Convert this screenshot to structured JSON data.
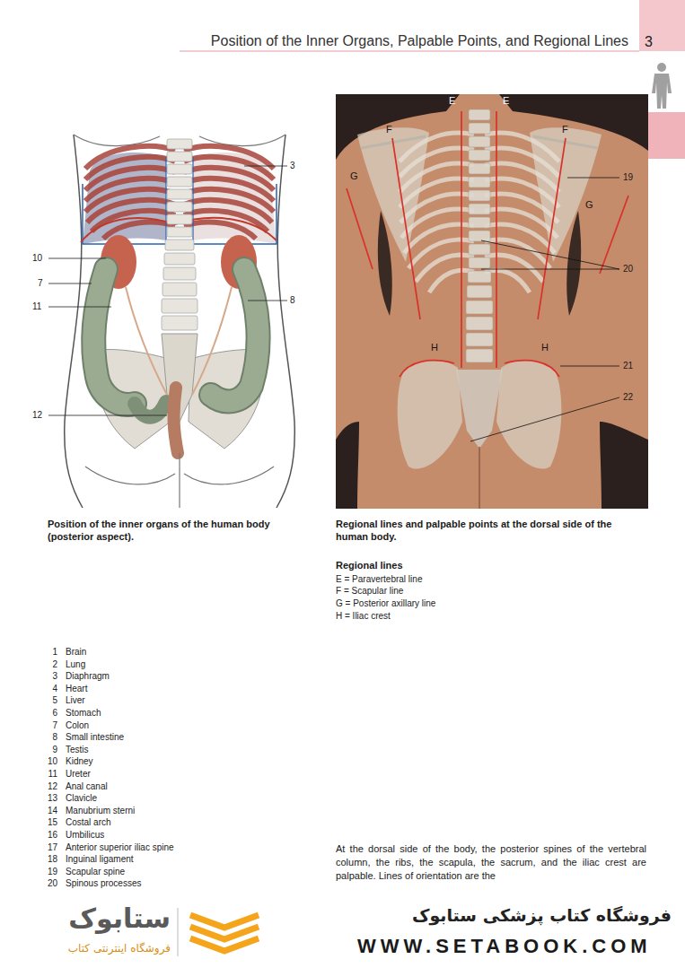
{
  "diagram": {
    "title": "Position of the Inner Organs, Palpable Points, and Regional Lines",
    "labels": [
      "3",
      "3",
      "10",
      "7",
      "11",
      "8",
      "12",
      "E",
      "E",
      "F",
      "F",
      "G",
      "G",
      "19",
      "20",
      "H",
      "H",
      "21",
      "22",
      "Position of the inner organs of the human body (posterior aspect).",
      "Regional lines and palpable points at the dorsal side of the human body.",
      "Regional lines",
      "E = Paravertebral line",
      "F = Scapular line",
      "G = Posterior axillary line",
      "H = Iliac crest",
      "1",
      "Brain",
      "2",
      "Lung",
      "3",
      "Diaphragm",
      "4",
      "Heart",
      "5",
      "Liver",
      "6",
      "Stomach",
      "7",
      "Colon",
      "8",
      "Small intestine",
      "9",
      "Testis",
      "10",
      "Kidney",
      "11",
      "Ureter",
      "12",
      "Anal canal",
      "13",
      "Clavicle",
      "14",
      "Manubrium sterni",
      "15",
      "Costal arch",
      "16",
      "Umbilicus",
      "17",
      "Anterior superior iliac spine",
      "18",
      "Inguinal ligament",
      "19",
      "Scapular spine",
      "20",
      "Spinous processes",
      "At the dorsal side of the body, the posterior spines of the vertebral column, the ribs, the scapula, the sacrum, and the iliac crest are palpable. Lines of orientation are the",
      "فروشگاه کتاب پزشکی ستابوک",
      "WWW.SETABOOK.COM",
      "ستابوک",
      "فروشگاه اینترنتی کتاب"
    ]
  }
}
